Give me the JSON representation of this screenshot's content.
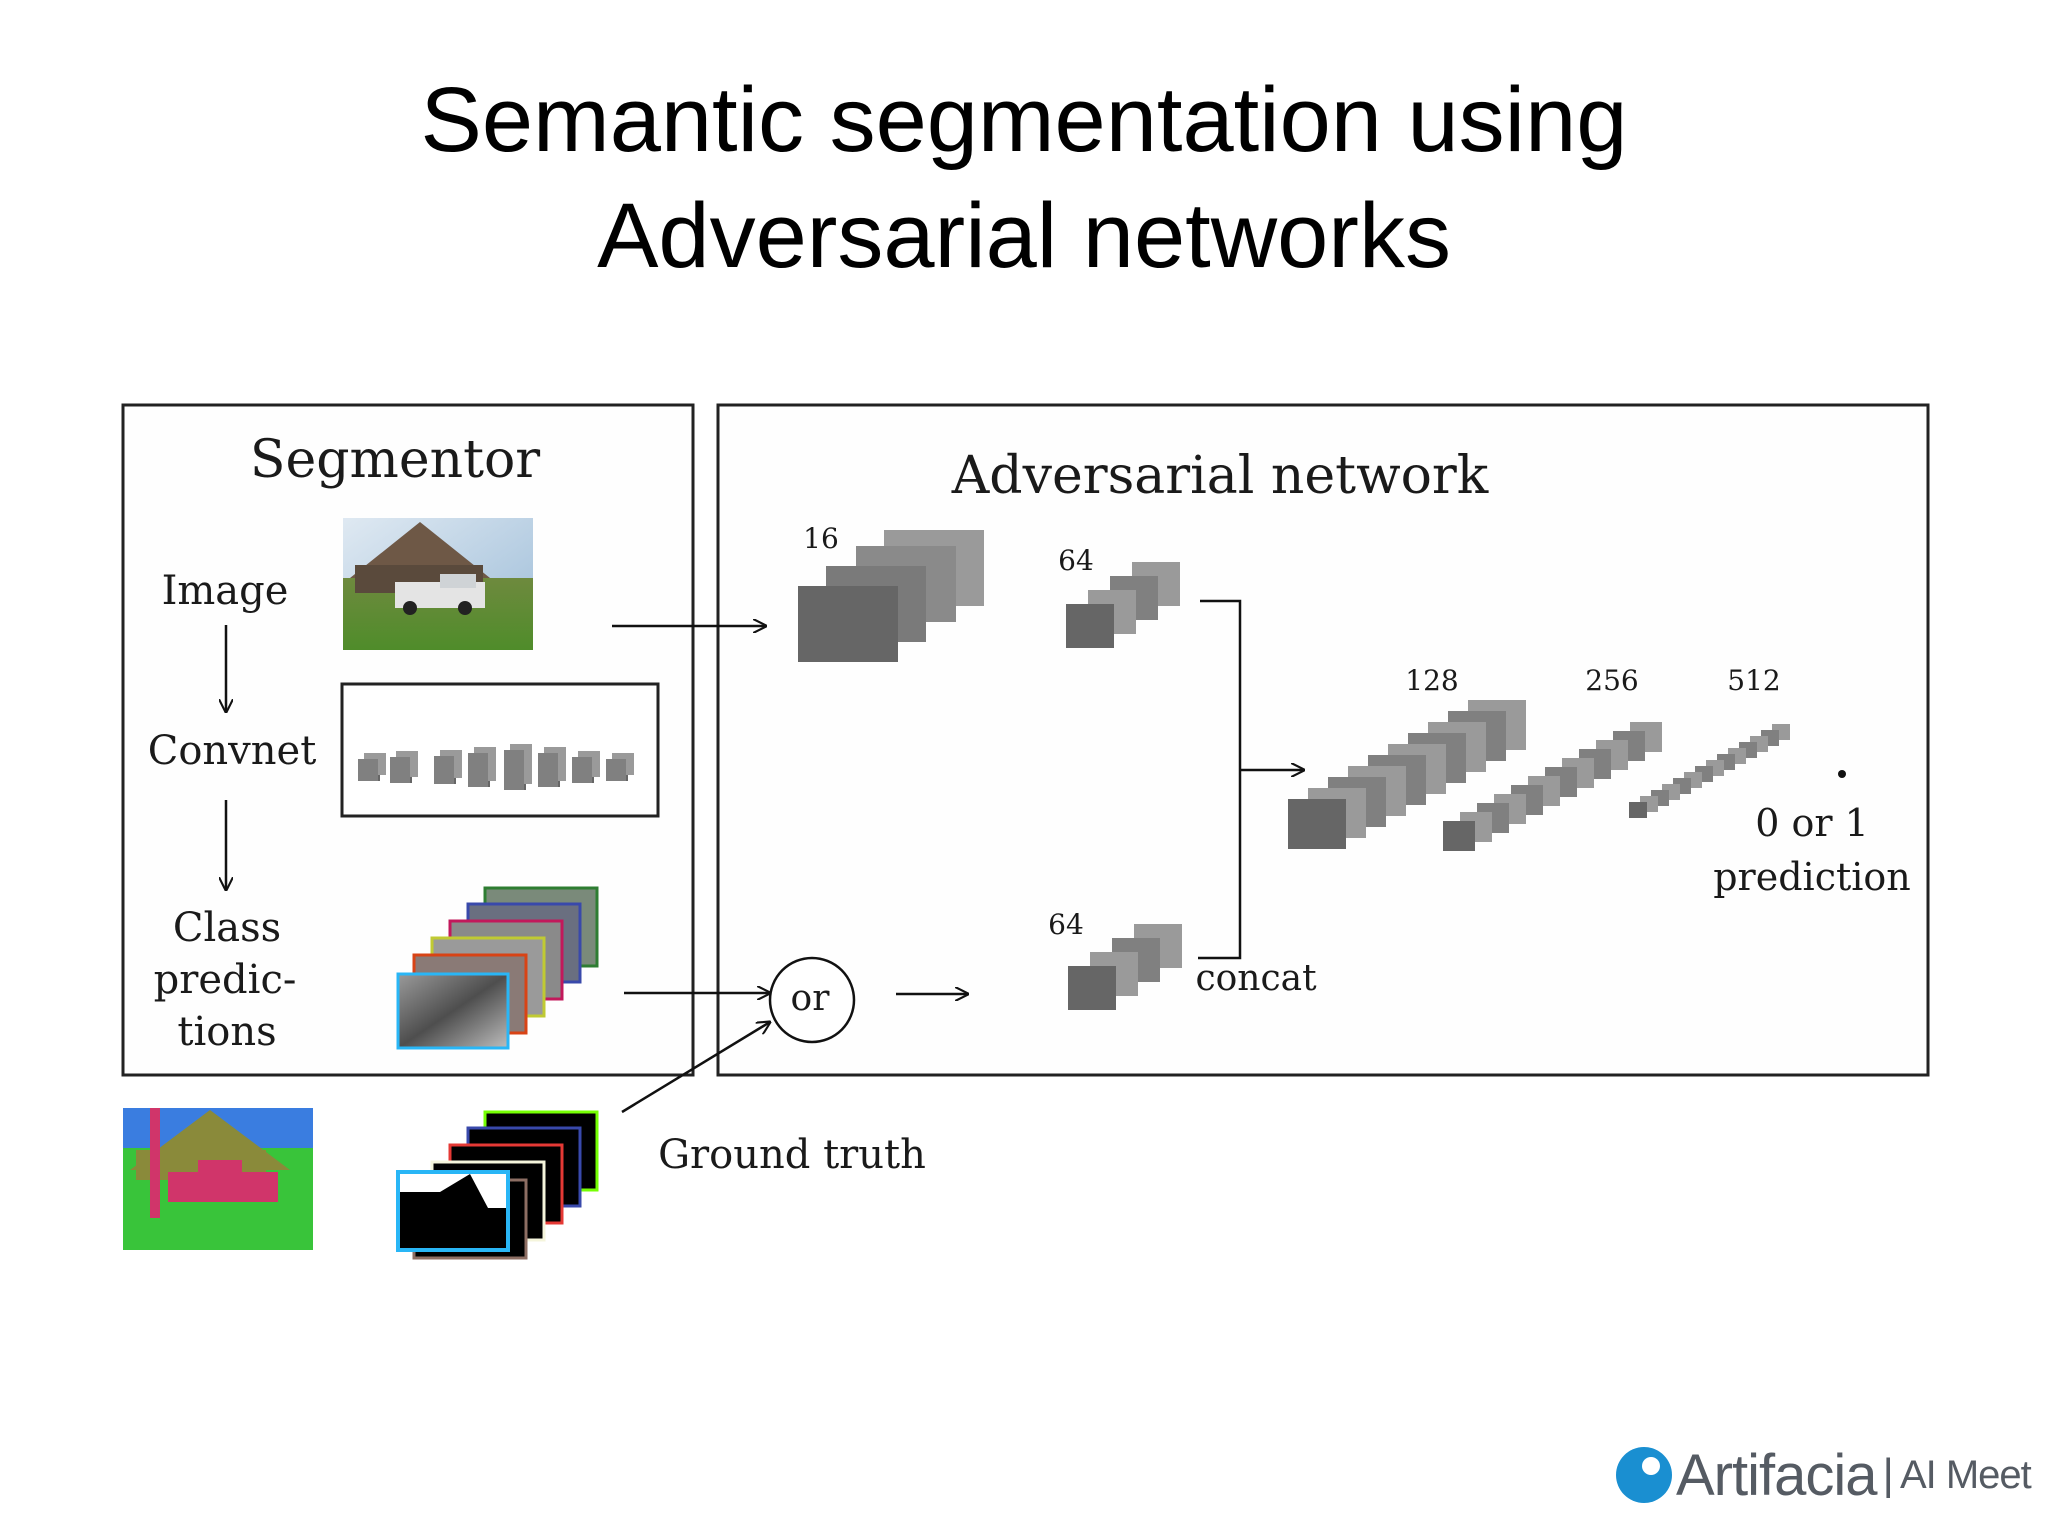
{
  "slide": {
    "title_line1": "Semantic segmentation using",
    "title_line2": "Adversarial networks"
  },
  "segmentor": {
    "title": "Segmentor",
    "image_label": "Image",
    "convnet_label": "Convnet",
    "class_pred_lines": [
      "Class",
      "predic-",
      "tions"
    ]
  },
  "adversarial": {
    "title": "Adversarial network",
    "block_16": "16",
    "block_64_top": "64",
    "block_64_bottom": "64",
    "block_128": "128",
    "block_256": "256",
    "block_512": "512",
    "or_label": "or",
    "concat_label": "concat",
    "output_line1": "0 or 1",
    "output_line2": "prediction"
  },
  "ground_truth_label": "Ground truth",
  "logo": {
    "brand": "Artifacia",
    "separator": "|",
    "sub": "AI Meet"
  },
  "colors": {
    "block_dark": "#666666",
    "block_mid": "#808080",
    "block_light": "#9a9a9a",
    "logo_blue": "#1a8fd1",
    "logo_gray": "#555b63"
  }
}
